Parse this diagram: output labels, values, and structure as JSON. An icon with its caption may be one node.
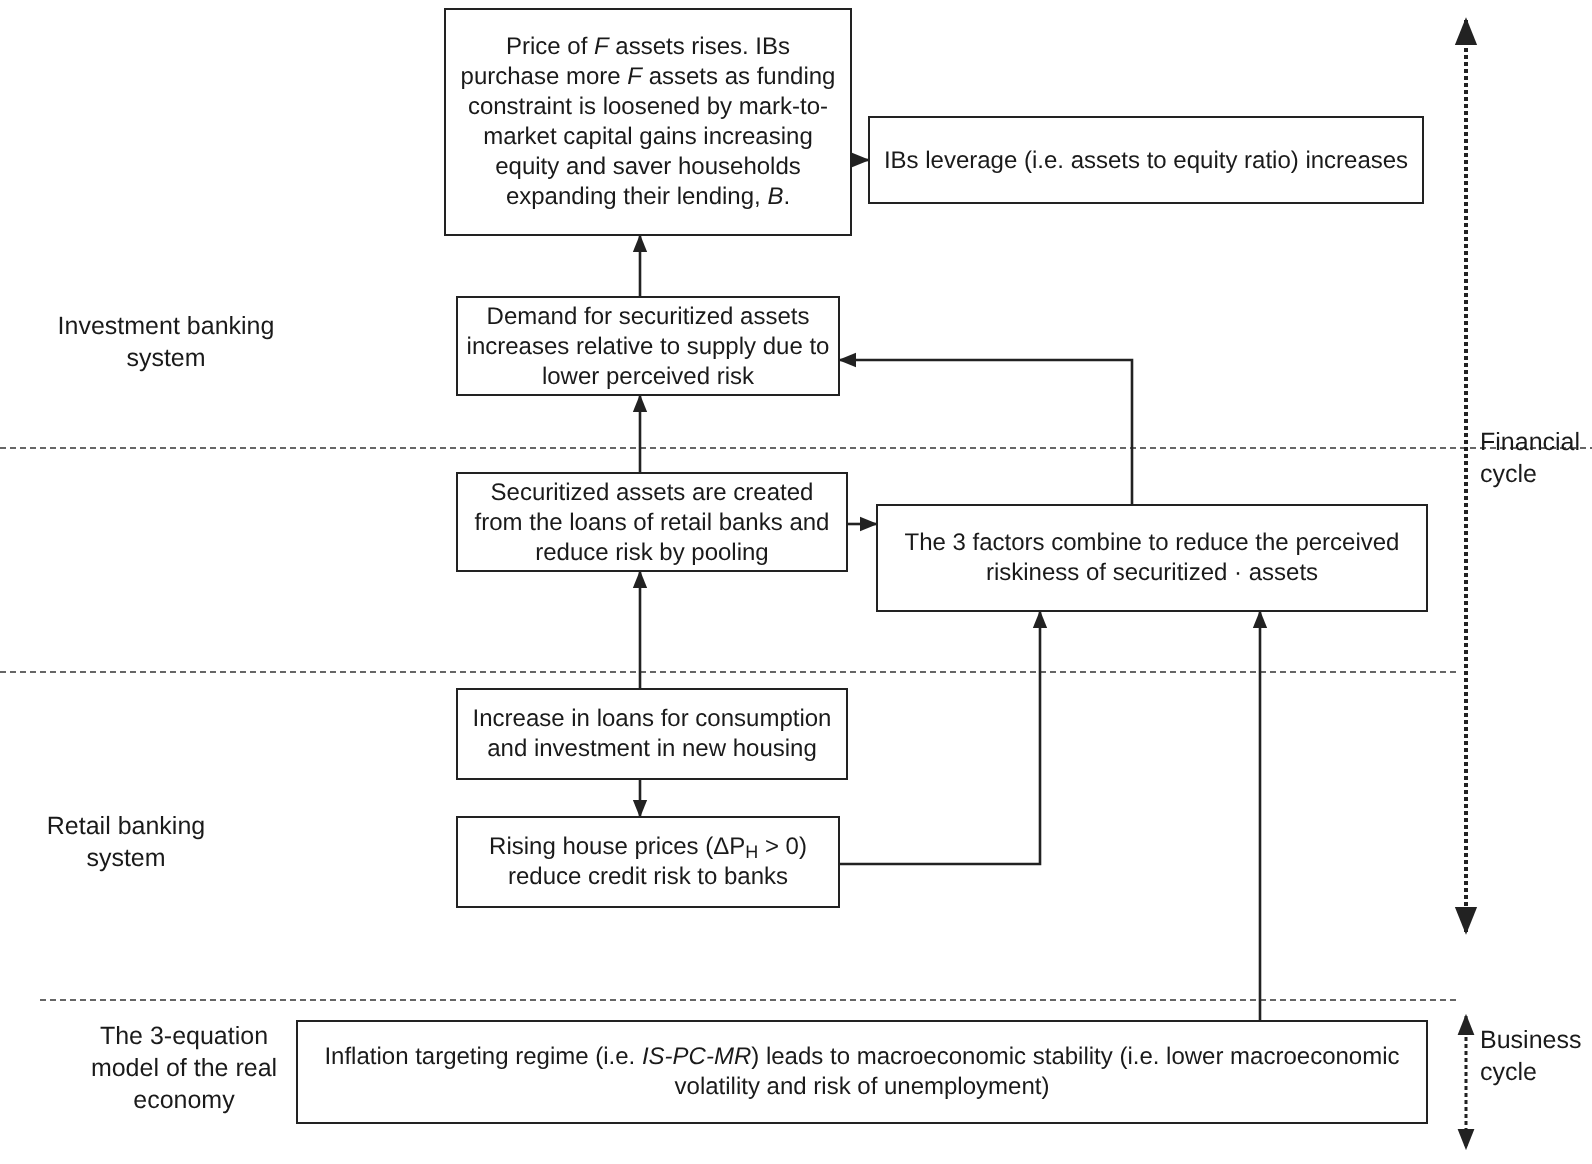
{
  "diagram": {
    "nodes": [
      {
        "text": [
          "Price of *F* assets rises. IBs purchase more *F* assets as funding constraint is loosened by mark-to-market capital gains increasing equity and saver households expanding their lending, *B*."
        ]
      },
      {
        "text": [
          "IBs leverage (i.e. assets to equity ratio) increases"
        ]
      },
      {
        "text": [
          "Demand for securitized assets increases relative to supply due to lower perceived risk"
        ]
      },
      {
        "text": [
          "Securitized assets are created from the loans of retail banks and reduce risk by pooling"
        ]
      },
      {
        "text": [
          "The 3 factors combine to reduce the perceived riskiness of securitized · assets"
        ]
      },
      {
        "text": [
          "Increase in loans for consumption and investment in new housing"
        ]
      },
      {
        "text": [
          "Rising house prices (ΔP$_{H}$ > 0) reduce credit risk to banks"
        ]
      },
      {
        "text": [
          "Inflation targeting regime (i.e. *IS-PC-MR*) leads to macroeconomic stability (i.e. lower macroeconomic volatility and risk of unemployment)"
        ]
      }
    ],
    "edges": [
      {
        "from": 2,
        "to": 0,
        "arrow": "to"
      },
      {
        "from": 0,
        "to": 1,
        "arrow": "to"
      },
      {
        "from": 3,
        "to": 2,
        "arrow": "to"
      },
      {
        "from": 3,
        "to": 4,
        "arrow": "to"
      },
      {
        "from": 4,
        "to": 2,
        "arrow": "to"
      },
      {
        "from": 5,
        "to": 3,
        "arrow": "to"
      },
      {
        "from": 5,
        "to": 6,
        "arrow": "to"
      },
      {
        "from": 6,
        "to": 4,
        "arrow": "to"
      },
      {
        "from": 7,
        "to": 4,
        "arrow": "to"
      }
    ],
    "labels": [
      "Investment banking system",
      "Financial cycle",
      "Retail banking system",
      "The 3-equation model of the real economy",
      "Business cycle"
    ]
  }
}
